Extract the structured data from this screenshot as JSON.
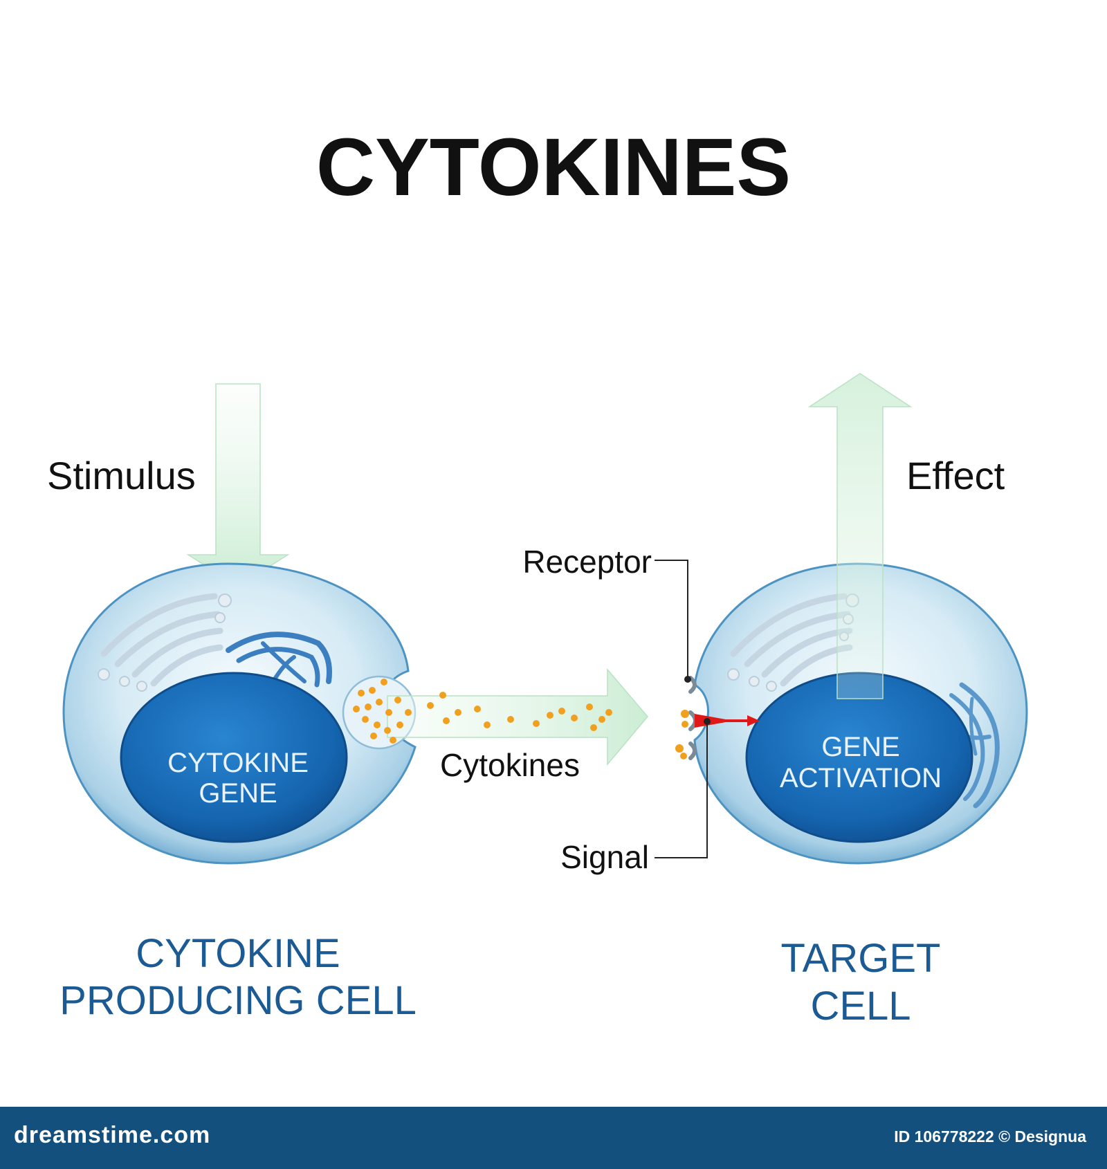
{
  "title": "CYTOKINES",
  "labels": {
    "stimulus": "Stimulus",
    "effect": "Effect",
    "receptor": "Receptor",
    "signal": "Signal",
    "cytokines": "Cytokines"
  },
  "producing_cell": {
    "nucleus_line1": "CYTOKINE",
    "nucleus_line2": "GENE",
    "caption_line1": "CYTOKINE",
    "caption_line2": "PRODUCING CELL"
  },
  "target_cell": {
    "nucleus_line1": "GENE",
    "nucleus_line2": "ACTIVATION",
    "caption_line1": "TARGET",
    "caption_line2": "CELL"
  },
  "footer": {
    "brand": "dreamstime.com",
    "credit": "ID 106778222 © Designua"
  },
  "colors": {
    "caption": "#1b5a93",
    "nucleus": "#1565b0",
    "arrow": "#cdeed6",
    "cytokine_dot": "#f0a01e",
    "signal_arrow": "#e01818",
    "footer_bg": "#14507e"
  }
}
